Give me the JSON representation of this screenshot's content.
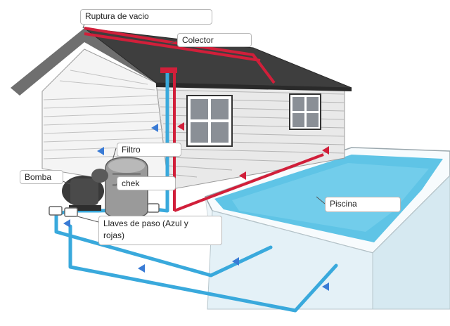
{
  "labels": {
    "ruptura": "Ruptura de vacio",
    "colector": "Colector",
    "filtro": "Filtro",
    "bomba": "Bomba",
    "chek": "chek",
    "llaves_line1": "Llaves de paso (Azul y",
    "llaves_line2": "rojas)",
    "piscina": "Piscina"
  },
  "colors": {
    "hot_pipe": "#d11f3a",
    "cold_pipe": "#39a9dc",
    "pool_water": "#5fc4e6",
    "roof": "#3e3e3e",
    "wall": "#f2f2f2",
    "window": "#8a8f96",
    "pump": "#4a4a4a"
  },
  "icons": [
    "flow-arrow-icon",
    "flow-arrow-icon",
    "flow-arrow-icon"
  ]
}
